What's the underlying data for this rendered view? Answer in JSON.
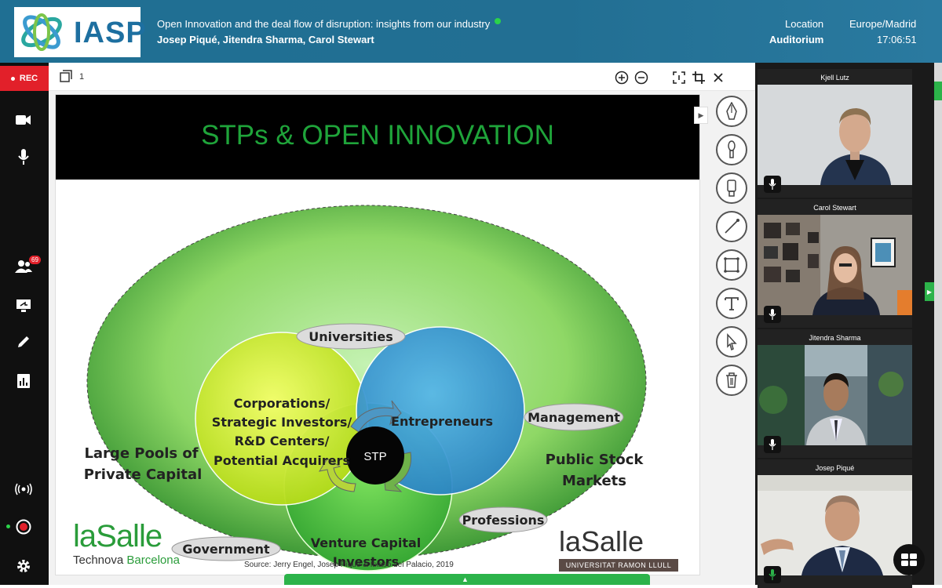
{
  "header": {
    "logo_text": "IASP",
    "session_title": "Open Innovation and the deal flow of disruption: insights from our industry",
    "speakers": "Josep Piqué, Jitendra Sharma, Carol Stewart",
    "location_label": "Location",
    "location_value": "Auditorium",
    "timezone": "Europe/Madrid",
    "time": "17:06:51"
  },
  "sidebar": {
    "rec_label": "REC",
    "participants_count": "69",
    "icons": [
      "camera-icon",
      "microphone-icon",
      "participants-icon",
      "screen-share-icon",
      "pencil-icon",
      "poll-icon",
      "broadcast-icon",
      "record-icon",
      "settings-icon"
    ]
  },
  "toolbar": {
    "page_number": "1"
  },
  "slide": {
    "title": "STPs & OPEN INNOVATION",
    "circle_corporations": [
      "Corporations/",
      "Strategic Investors/",
      "R&D Centers/",
      "Potential Acquirers"
    ],
    "circle_entrepreneurs": "Entrepreneurs",
    "circle_vc": [
      "Venture Capital",
      "Investors"
    ],
    "center": "STP",
    "universities": "Universities",
    "management": "Management",
    "professions": "Professions",
    "government": "Government",
    "large_pools": [
      "Large Pools of",
      "Private Capital"
    ],
    "public_stock": [
      "Public Stock",
      "Markets"
    ],
    "lasalle_left": "laSalle",
    "technova": "Technova",
    "barcelona": "Barcelona",
    "lasalle_right": "laSalle",
    "url_label": "UNIVERSITAT RAMON LLULL",
    "source": "Source: Jerry Engel, Josep Piqué & Itxaso del Palacio, 2019"
  },
  "participants": [
    {
      "name": "Kjell Lutz"
    },
    {
      "name": "Carol Stewart"
    },
    {
      "name": "Jitendra Sharma"
    },
    {
      "name": "Josep Piqué"
    }
  ],
  "colors": {
    "header_bg": "#1f6f93",
    "rec_red": "#e2202a",
    "accent_green": "#2cb34a",
    "title_green": "#1fa43a"
  }
}
